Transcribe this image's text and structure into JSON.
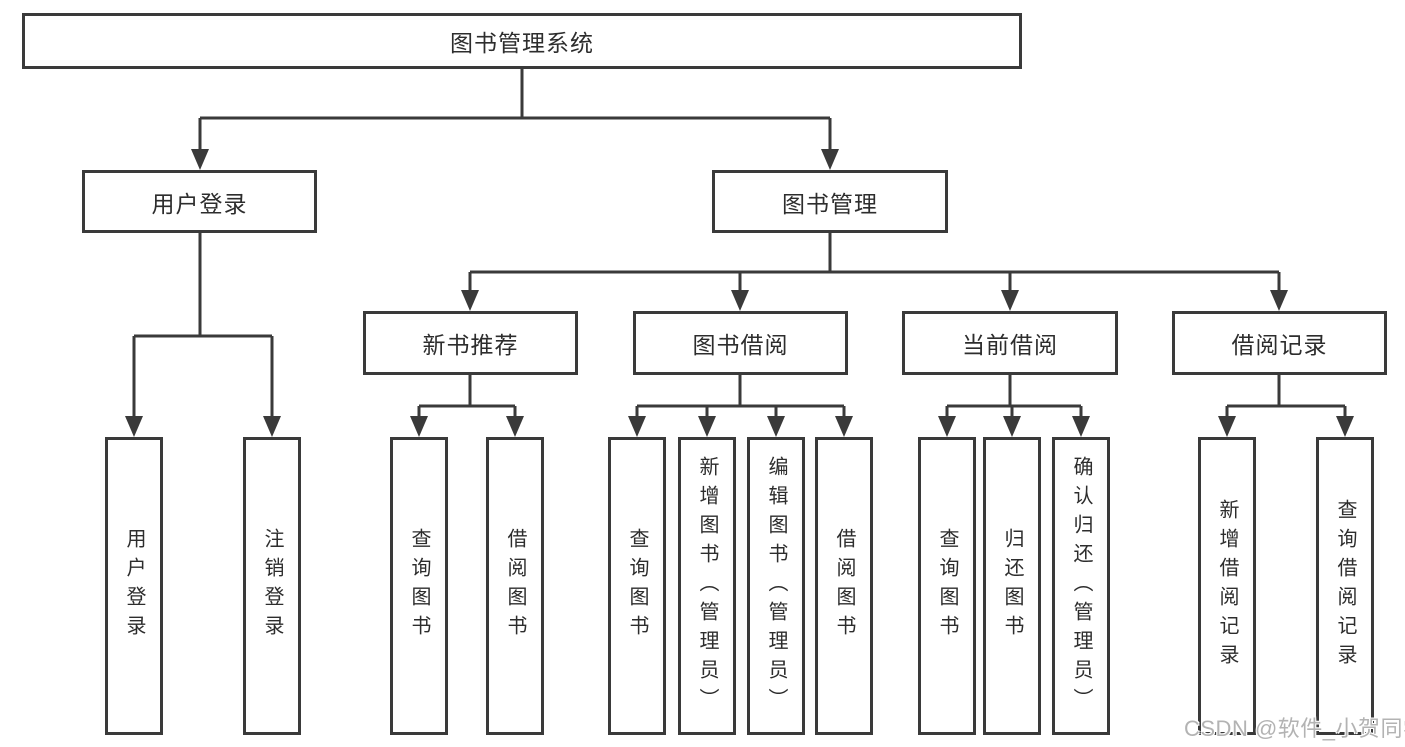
{
  "diagram": {
    "root": "图书管理系统",
    "level2": {
      "user_login": "用户登录",
      "book_mgmt": "图书管理"
    },
    "level3": {
      "new_books": "新书推荐",
      "book_borrow": "图书借阅",
      "current_borrow": "当前借阅",
      "borrow_records": "借阅记录"
    },
    "leaves": {
      "user_login": [
        "用户登录",
        "注销登录"
      ],
      "new_books": [
        "查询图书",
        "借阅图书"
      ],
      "book_borrow": [
        "查询图书",
        "新增图书（管理员）",
        "编辑图书（管理员）",
        "借阅图书"
      ],
      "current_borrow": [
        "查询图书",
        "归还图书",
        "确认归还（管理员）"
      ],
      "borrow_records": [
        "新增借阅记录",
        "查询借阅记录"
      ]
    },
    "watermark": "CSDN @软件_小贺同学",
    "colors": {
      "line": "#3a3a3a",
      "text": "#2d2d2d",
      "watermark_text": "#b3b3b3",
      "background": "#ffffff"
    }
  }
}
